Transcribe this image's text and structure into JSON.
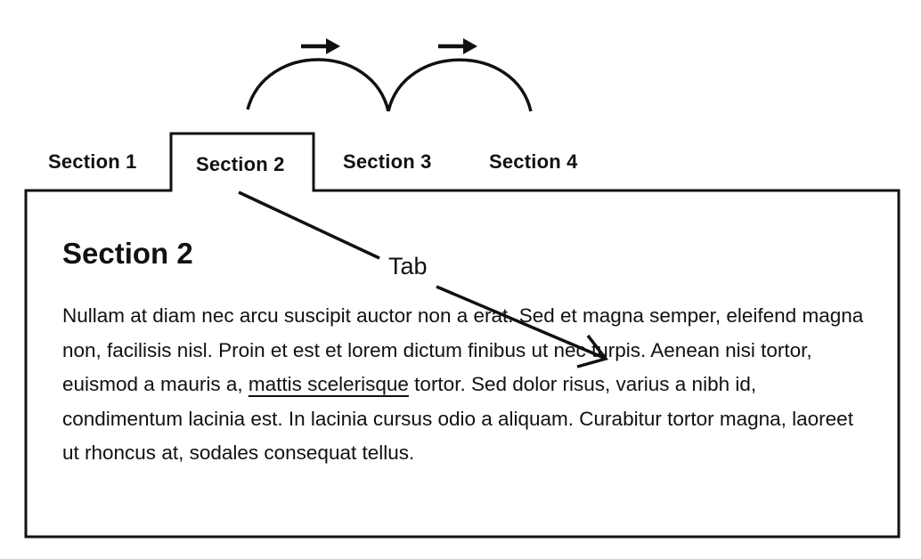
{
  "tabs": [
    {
      "label": "Section 1",
      "selected": false
    },
    {
      "label": "Section 2",
      "selected": true
    },
    {
      "label": "Section 3",
      "selected": false
    },
    {
      "label": "Section 4",
      "selected": false
    }
  ],
  "panel": {
    "heading": "Section 2",
    "text_before_link": "Nullam at diam nec arcu suscipit auctor non a erat. Sed et magna semper, eleifend magna non, facilisis nisl. Proin et est et lorem dictum finibus ut nec turpis. Aenean nisi tortor, euismod a mauris a, ",
    "link_text": "mattis scelerisque",
    "text_after_link": " tortor. Sed dolor risus, varius a nibh id, condimentum lacinia est. In lacinia cursus odio a aliquam. Curabitur tortor magna, laoreet ut rhoncus at, sodales consequat tellus."
  },
  "annotation": {
    "tab_key_label": "Tab",
    "arrow_key_icons": [
      "right-arrow-icon",
      "right-arrow-icon"
    ]
  },
  "colors": {
    "ink": "#111111",
    "background": "#ffffff"
  }
}
